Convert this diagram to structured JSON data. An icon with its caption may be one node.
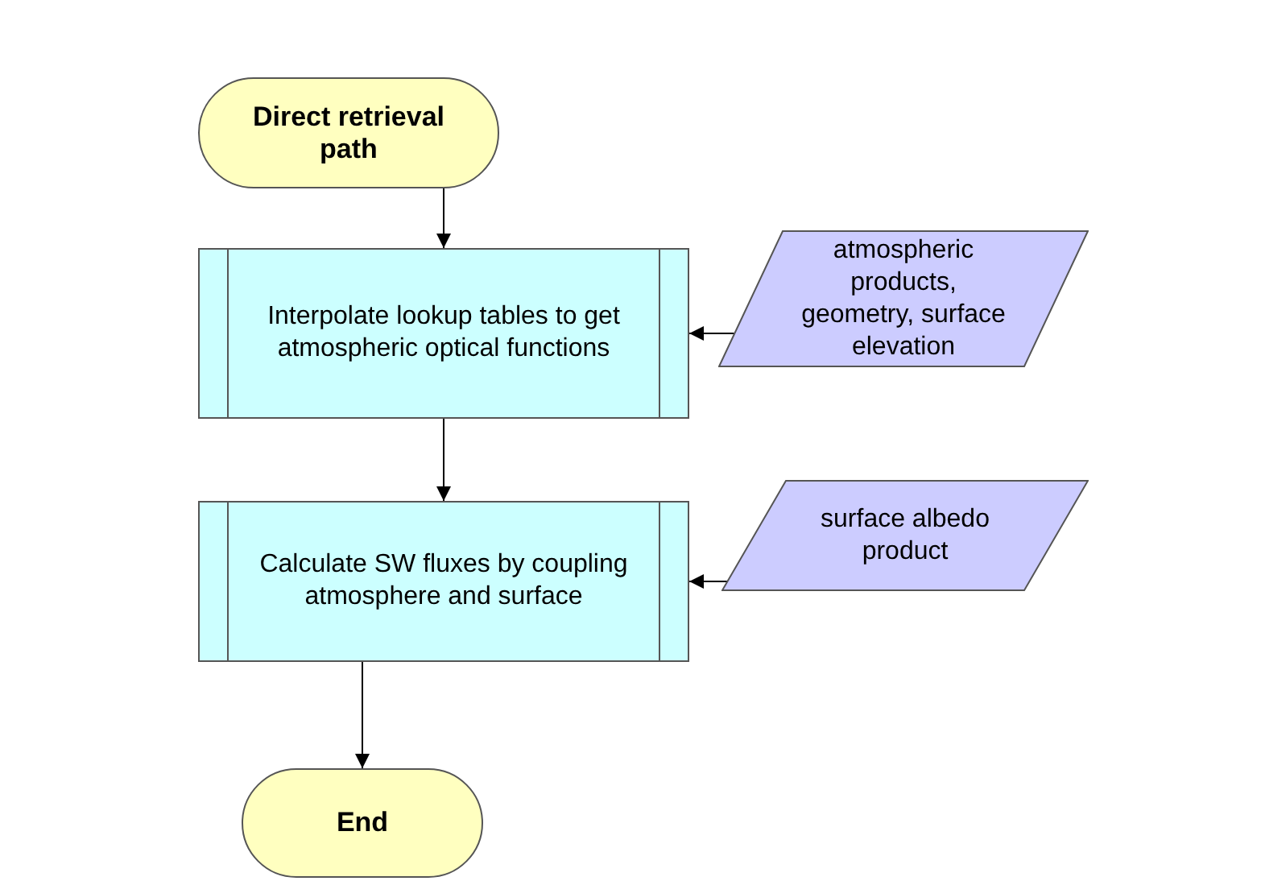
{
  "diagram": {
    "nodes": [
      {
        "text": [
          "Direct retrieval path"
        ]
      },
      {
        "text": [
          "Interpolate lookup tables to get atmospheric optical functions"
        ]
      },
      {
        "text": [
          "atmospheric products, geometry, surface elevation"
        ]
      },
      {
        "text": [
          "Calculate SW fluxes by coupling atmosphere and surface"
        ]
      },
      {
        "text": [
          "surface albedo product"
        ]
      },
      {
        "text": [
          "End"
        ]
      }
    ],
    "edges": [
      {
        "from": 0,
        "to": 1,
        "arrow": "to"
      },
      {
        "from": 2,
        "to": 1,
        "arrow": "to"
      },
      {
        "from": 1,
        "to": 3,
        "arrow": "to"
      },
      {
        "from": 4,
        "to": 3,
        "arrow": "to"
      },
      {
        "from": 3,
        "to": 5,
        "arrow": "to"
      }
    ]
  }
}
